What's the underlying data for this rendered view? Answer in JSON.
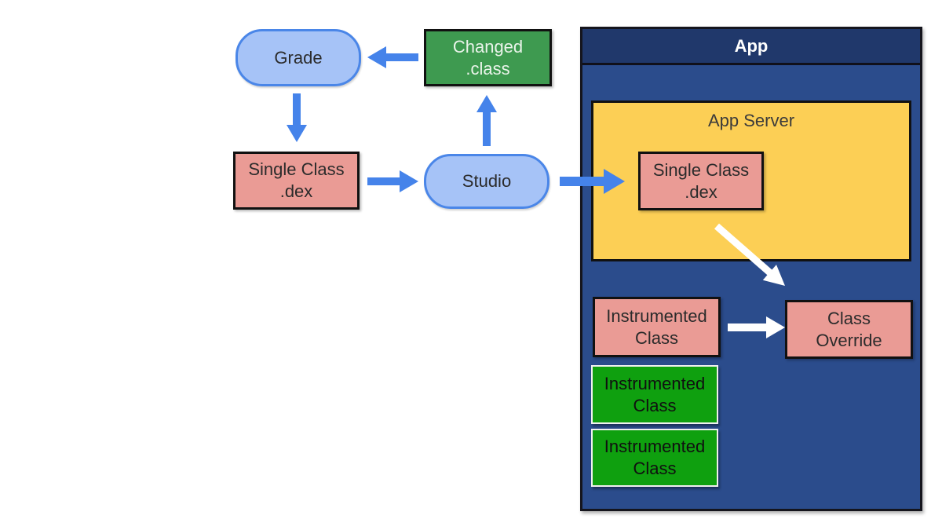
{
  "colors": {
    "canvas-bg": "#ffffff",
    "blue-node-fill": "#a6c3f7",
    "blue-node-border": "#4a86e8",
    "arrow-blue": "#4583ea",
    "arrow-white": "#ffffff",
    "green-dark-fill": "#3e9a50",
    "green-bright-fill": "#0fa00f",
    "pink-fill": "#ea9b95",
    "yellow-fill": "#fccf55",
    "app-header-bg": "#20386b",
    "app-body-bg": "#2b4c8c",
    "box-border-dark": "#111111",
    "text-dark": "#2b2b2b",
    "text-light": "#eaf4ea"
  },
  "diagram": {
    "grade": {
      "label": "Grade"
    },
    "changed_class": {
      "label": "Changed\n.class"
    },
    "single_class_dex": {
      "label": "Single Class\n.dex"
    },
    "studio": {
      "label": "Studio"
    },
    "app": {
      "title": "App",
      "app_server": {
        "label": "App Server",
        "single_class_dex": {
          "label": "Single Class\n.dex"
        }
      },
      "instrumented_class_pink": {
        "label": "Instrumented\nClass"
      },
      "class_override": {
        "label": "Class\nOverride"
      },
      "instrumented_green": [
        {
          "label": "Instrumented\nClass"
        },
        {
          "label": "Instrumented\nClass"
        }
      ]
    }
  }
}
